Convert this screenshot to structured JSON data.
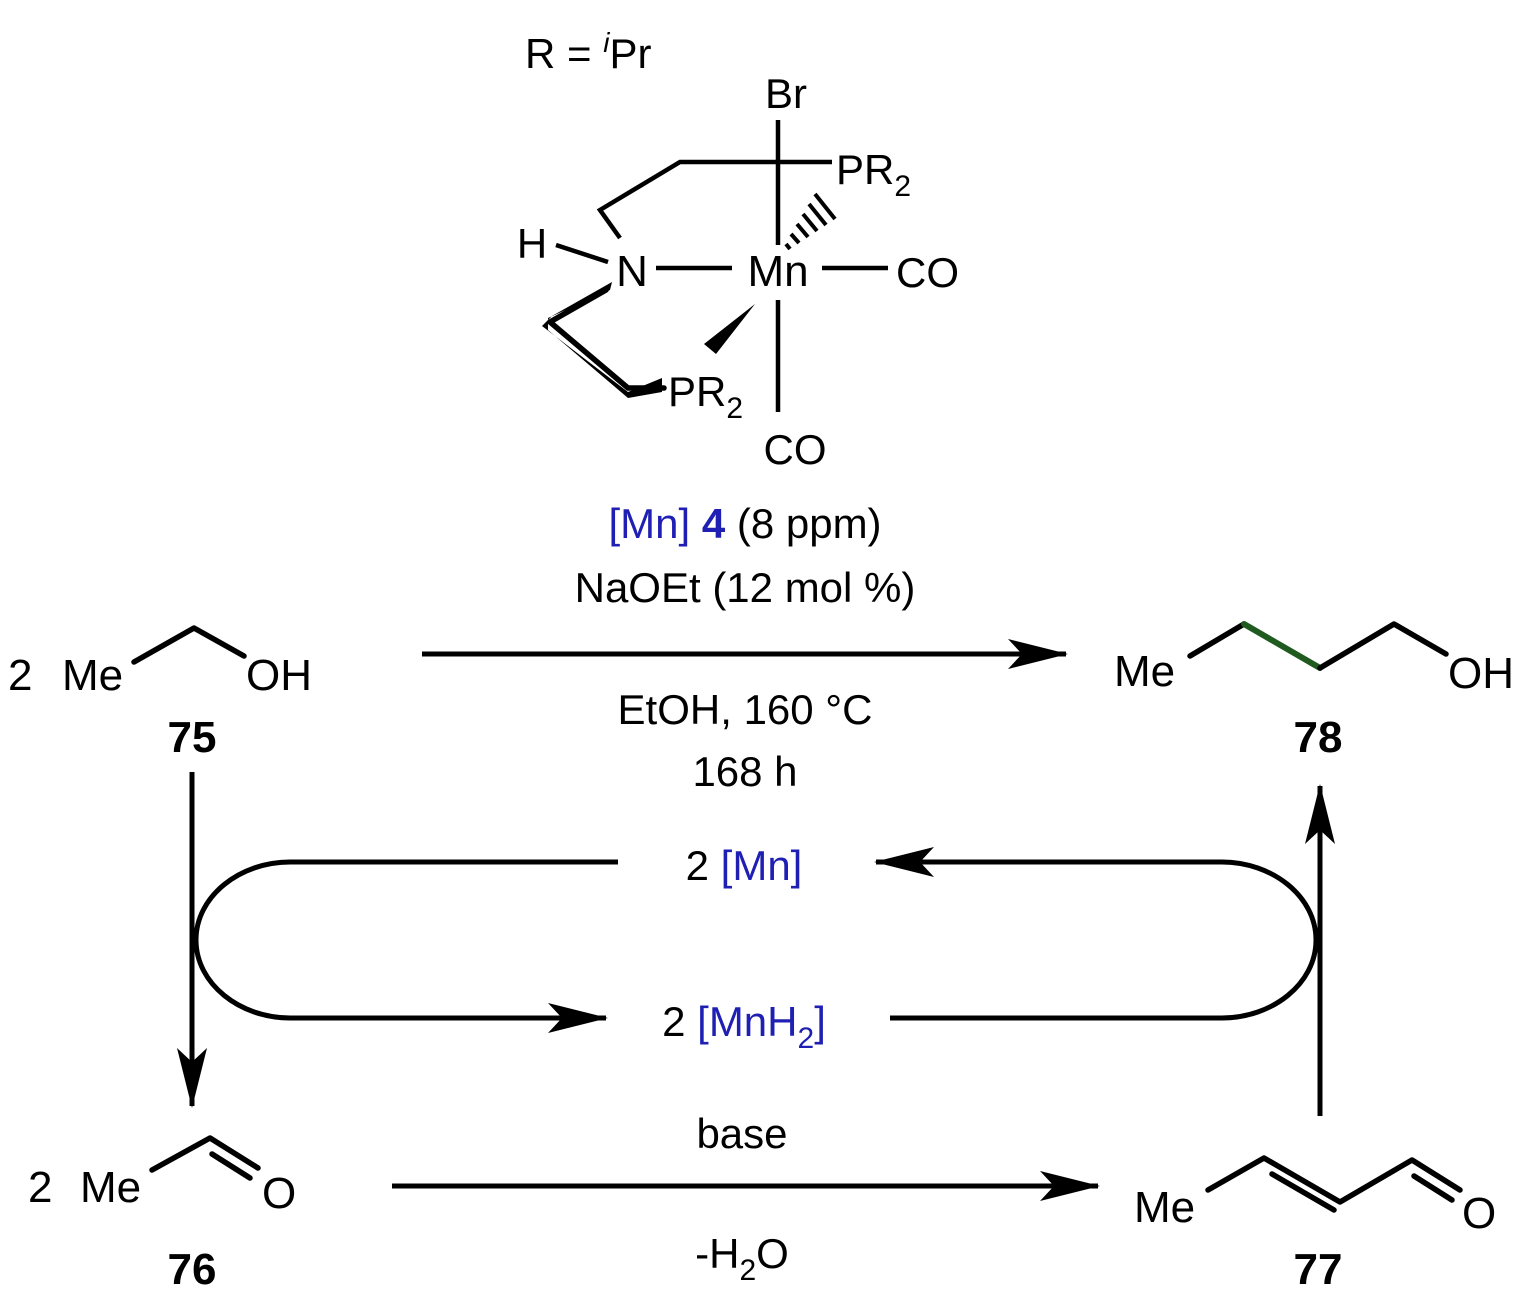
{
  "catalyst": {
    "r_label_prefix": "R = ",
    "r_label_sup": "i",
    "r_label_suffix": "Pr",
    "br": "Br",
    "mn": "Mn",
    "n": "N",
    "h": "H",
    "pr2_top": "PR",
    "pr2_top_sub": "2",
    "pr2_bottom": "PR",
    "pr2_bottom_sub": "2",
    "co_right": "CO",
    "co_bottom": "CO"
  },
  "conditions": {
    "catalyst_label": "[Mn]",
    "catalyst_number": "4",
    "catalyst_loading": "(8 ppm)",
    "base_line": "NaOEt (12 mol %)",
    "solvent_line": "EtOH, 160 °C",
    "time_line": "168 h"
  },
  "compounds": {
    "c75": {
      "coef": "2",
      "me": "Me",
      "oh": "OH",
      "number": "75"
    },
    "c78": {
      "me": "Me",
      "oh": "OH",
      "number": "78"
    },
    "c76": {
      "coef": "2",
      "me": "Me",
      "o": "O",
      "number": "76"
    },
    "c77": {
      "me": "Me",
      "o": "O",
      "number": "77"
    }
  },
  "cycle": {
    "mn_coef": "2",
    "mn_label": "[Mn]",
    "mnh2_coef": "2",
    "mnh2_label": "[MnH",
    "mnh2_sub": "2",
    "mnh2_close": "]"
  },
  "aldol": {
    "above": "base",
    "below_prefix": "-H",
    "below_sub": "2",
    "below_suffix": "O"
  },
  "colors": {
    "mn_species": "#1f1fb4",
    "new_bond": "#1f5a1f"
  }
}
